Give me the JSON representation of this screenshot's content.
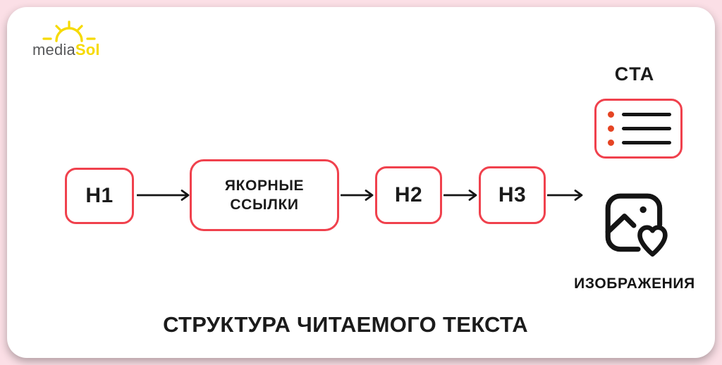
{
  "logo": {
    "media": "media",
    "sol": "Sol"
  },
  "flow": {
    "nodes": [
      {
        "id": "h1",
        "label": "H1"
      },
      {
        "id": "anchor-links",
        "label": "ЯКОРНЫЕ ССЫЛКИ"
      },
      {
        "id": "h2",
        "label": "H2"
      },
      {
        "id": "h3",
        "label": "H3"
      }
    ]
  },
  "cta": {
    "label": "CTA"
  },
  "images": {
    "label": "ИЗОБРАЖЕНИЯ"
  },
  "title": "СТРУКТУРА ЧИТАЕМОГО ТЕКСТА",
  "colors": {
    "background_pink": "#fbdfe6",
    "card_white": "#ffffff",
    "box_border_red": "#f0414d",
    "bullet_red": "#e54423",
    "logo_yellow": "#f6da00",
    "logo_gray": "#57585a",
    "text_black": "#1b1b1b"
  },
  "icons": [
    "sun-icon",
    "cta-list-icon",
    "image-heart-icon",
    "flow-arrow-icon"
  ]
}
